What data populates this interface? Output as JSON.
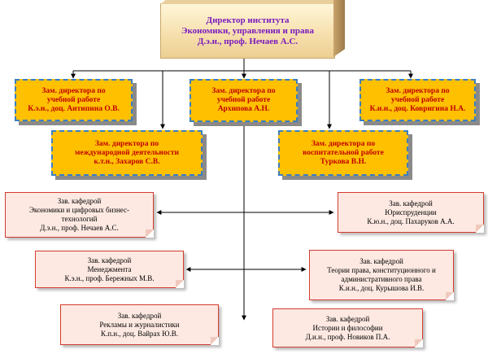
{
  "director": {
    "line1": "Директор института",
    "line2": "Экономики, управления и права",
    "line3": "Д.э.н., проф. Нечаев А.С."
  },
  "deputies": {
    "study_left": {
      "line1": "Зам. директора по",
      "line2": "учебной работе",
      "line3": "К.э.н., доц. Антипина О.В."
    },
    "study_center": {
      "line1": "Зам. директора по",
      "line2": "учебной работе",
      "line3": "Архипова А.Н."
    },
    "study_right": {
      "line1": "Зам. директора по",
      "line2": "учебной работе",
      "line3": "К.и.н., доц. Ковригина Н.А."
    },
    "international": {
      "line1": "Зам. директора по",
      "line2": "международной деятельности",
      "line3": "к.т.н., Захаров С.В."
    },
    "educational": {
      "line1": "Зам. директора по",
      "line2": "воспитательной работе",
      "line3": "Туркова В.Н."
    }
  },
  "departments": {
    "economics": {
      "line1": "Зав. кафедрой",
      "line2": "Экономики и цифровых бизнес-",
      "line3": "технологий",
      "line4": "Д.э.н., проф. Нечаев А.С."
    },
    "jurisprudence": {
      "line1": "Зав. кафедрой",
      "line2": "Юриспруденции",
      "line3": "К.ю.н., доц. Пахаруков А.А."
    },
    "management": {
      "line1": "Зав. кафедрой",
      "line2": "Менеджмента",
      "line3": "К.э.н., проф. Бережных М.В."
    },
    "law_theory": {
      "line1": "Зав. кафедрой",
      "line2": "Теории права, конституционного и",
      "line3": "административного права",
      "line4": "К.и.н., доц. Курышова И.В."
    },
    "advertising": {
      "line1": "Зав. кафедрой",
      "line2": "Рекламы и журналистики",
      "line3": "К.п.н., доц. Вайрах Ю.В."
    },
    "history": {
      "line1": "Зав. кафедрой",
      "line2": "Истории и философии",
      "line3": "Д.и.н., проф. Новиков П.А."
    }
  }
}
